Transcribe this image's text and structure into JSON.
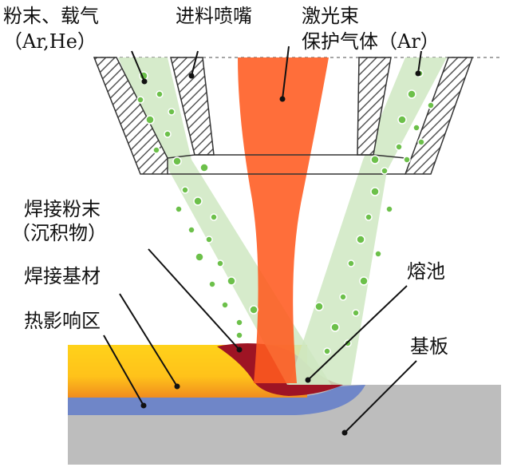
{
  "labels": {
    "powder_gas": "粉末、载气",
    "powder_gas_sub": "（Ar,He）",
    "nozzle": "进料喷嘴",
    "laser": "激光束",
    "shield_gas": "保护气体（Ar）",
    "weld_powder": "焊接粉末",
    "weld_powder_sub": "（沉积物）",
    "weld_material": "焊接基材",
    "haz": "热影响区",
    "melt_pool": "熔池",
    "substrate": "基板"
  },
  "colors": {
    "laser": "#ff5a1f",
    "powder_stream": "#cfe8c2",
    "powder_dot": "#6cc04a",
    "nozzle_hatch": "#555555",
    "deposit_yellow": "#ffd21a",
    "deposit_orange": "#f08c1e",
    "haz_blue": "#6f86c8",
    "melt_pool": "#9e1424",
    "substrate": "#bdbdbd"
  }
}
